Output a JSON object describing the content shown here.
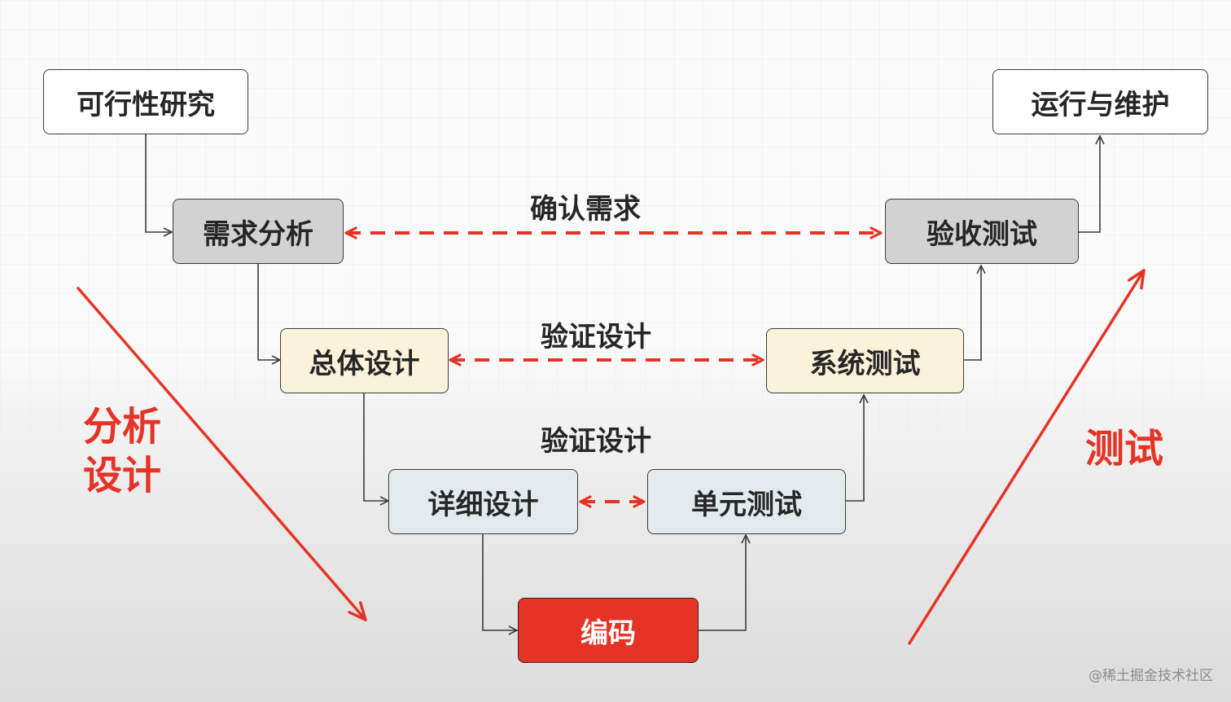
{
  "nodes": {
    "feasibility": "可行性研究",
    "requirements": "需求分析",
    "overall_design": "总体设计",
    "detailed_design": "详细设计",
    "coding": "编码",
    "unit_test": "单元测试",
    "system_test": "系统测试",
    "acceptance_test": "验收测试",
    "operation": "运行与维护"
  },
  "links": {
    "confirm_requirements": "确认需求",
    "verify_design_1": "验证设计",
    "verify_design_2": "验证设计"
  },
  "side_labels": {
    "left_line1": "分析",
    "left_line2": "设计",
    "right": "测试"
  },
  "watermark": "@稀土掘金技术社区",
  "colors": {
    "accent_red": "#e53426",
    "box_gray": "#d2d2d2",
    "box_cream": "#fbf2da",
    "box_light": "#e3eaee",
    "border": "#3b3b3b"
  }
}
